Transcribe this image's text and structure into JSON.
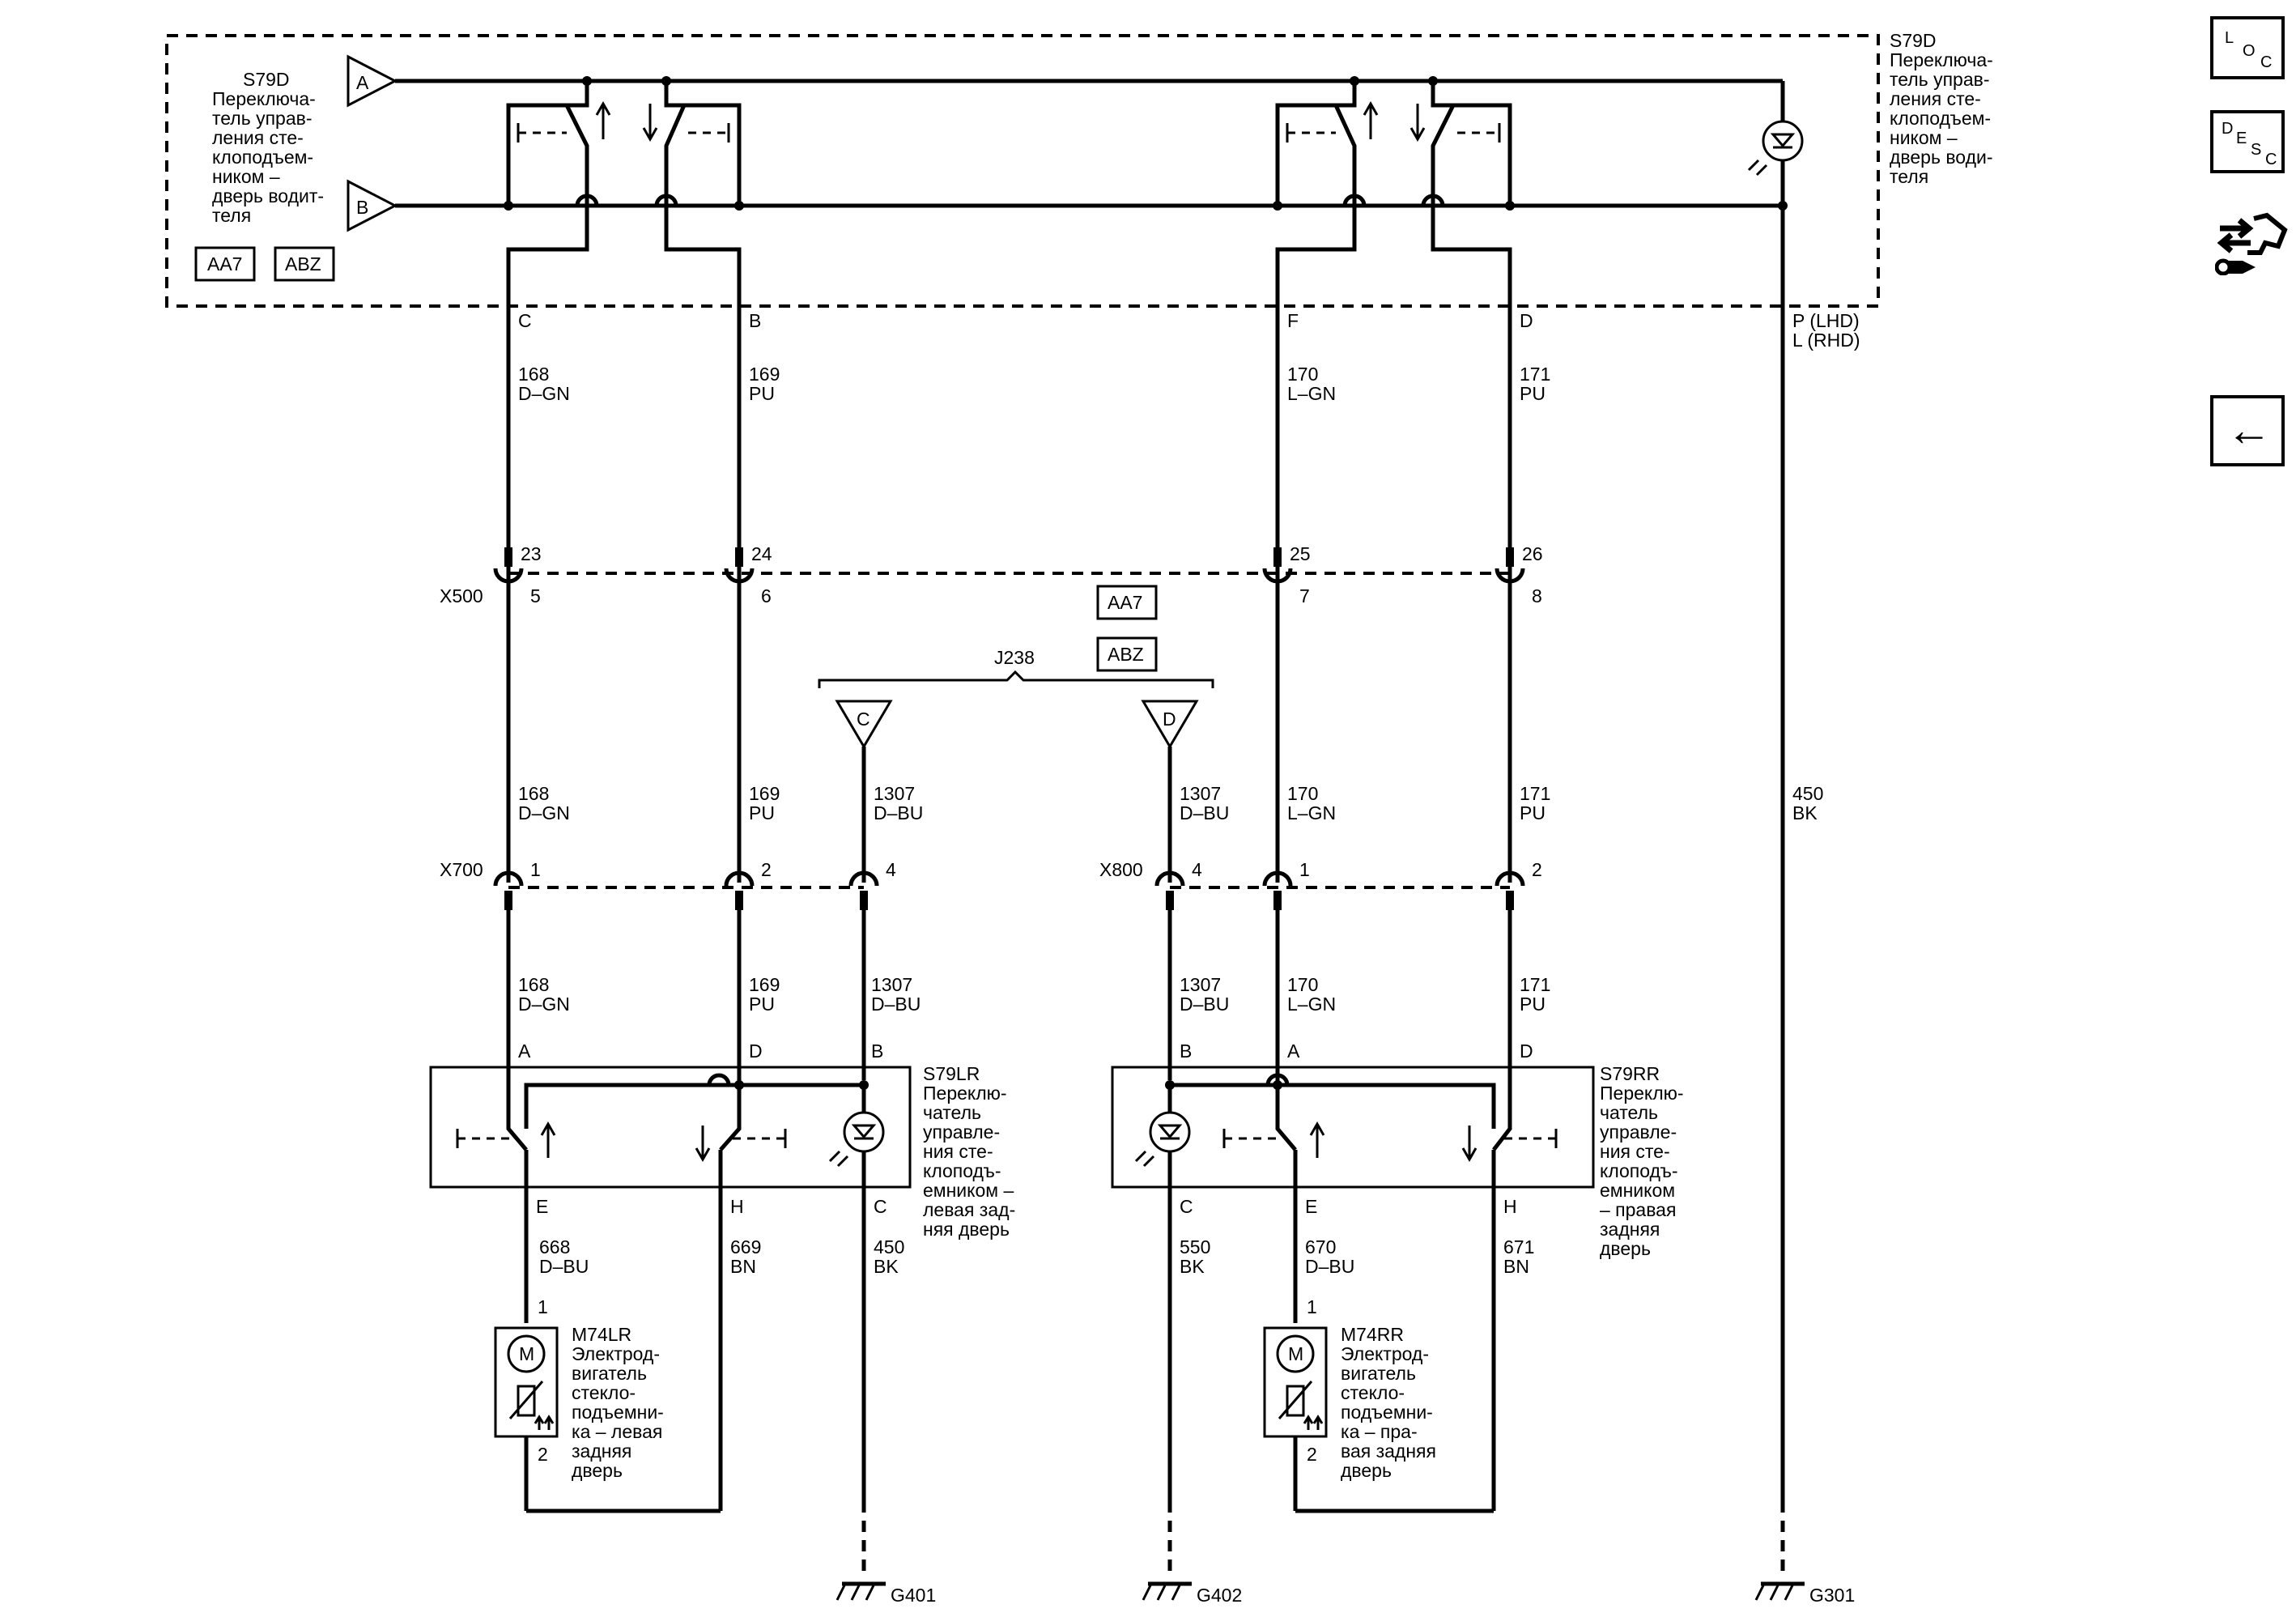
{
  "top_module": {
    "id": "S79D",
    "desc_left": [
      "Переключа-",
      "тель управ-",
      "ления сте-",
      "клоподъем-",
      "ником –",
      "дверь водит-",
      "теля"
    ],
    "desc_right": [
      "Переключа-",
      "тель управ-",
      "ления сте-",
      "клоподъем-",
      "ником –",
      "дверь води-",
      "теля"
    ],
    "badges": [
      "AA7",
      "ABZ"
    ],
    "input_a": "A",
    "input_b": "B"
  },
  "top_pins": [
    "C",
    "B",
    "F",
    "D"
  ],
  "ground_pin": [
    "P (LHD)",
    "L (RHD)"
  ],
  "wires_upper": [
    {
      "num": "168",
      "color": "D–GN"
    },
    {
      "num": "169",
      "color": "PU"
    },
    {
      "num": "170",
      "color": "L–GN"
    },
    {
      "num": "171",
      "color": "PU"
    }
  ],
  "x500": {
    "name": "X500",
    "top_pins": [
      "23",
      "24",
      "25",
      "26"
    ],
    "bottom_pins": [
      "5",
      "6",
      "7",
      "8"
    ]
  },
  "mid_badges": [
    "AA7",
    "ABZ"
  ],
  "splice": {
    "name": "J238",
    "left": "C",
    "right": "D"
  },
  "wires_mid": [
    {
      "num": "168",
      "color": "D–GN"
    },
    {
      "num": "169",
      "color": "PU"
    },
    {
      "num": "1307",
      "color": "D–BU"
    },
    {
      "num": "1307",
      "color": "D–BU"
    },
    {
      "num": "170",
      "color": "L–GN"
    },
    {
      "num": "171",
      "color": "PU"
    },
    {
      "num": "450",
      "color": "BK"
    }
  ],
  "x700": {
    "name": "X700",
    "pins": [
      "1",
      "2",
      "4"
    ]
  },
  "x800": {
    "name": "X800",
    "pins": [
      "4",
      "1",
      "2"
    ]
  },
  "wires_low": [
    {
      "num": "168",
      "color": "D–GN"
    },
    {
      "num": "169",
      "color": "PU"
    },
    {
      "num": "1307",
      "color": "D–BU"
    },
    {
      "num": "1307",
      "color": "D–BU"
    },
    {
      "num": "170",
      "color": "L–GN"
    },
    {
      "num": "171",
      "color": "PU"
    }
  ],
  "left_switch": {
    "id": "S79LR",
    "desc": [
      "Переклю-",
      "чатель",
      "управле-",
      "ния сте-",
      "клоподъ-",
      "емником –",
      "левая зад-",
      "няя дверь"
    ],
    "top_pins": [
      "A",
      "D",
      "B"
    ],
    "bottom_pins": [
      "E",
      "H",
      "C"
    ]
  },
  "right_switch": {
    "id": "S79RR",
    "desc": [
      "Переклю-",
      "чатель",
      "управле-",
      "ния сте-",
      "клоподъ-",
      "емником",
      "– правая",
      "задняя",
      "дверь"
    ],
    "top_pins": [
      "B",
      "A",
      "D"
    ],
    "bottom_pins": [
      "C",
      "E",
      "H"
    ]
  },
  "wires_bottom": [
    {
      "num": "668",
      "color": "D–BU"
    },
    {
      "num": "669",
      "color": "BN"
    },
    {
      "num": "450",
      "color": "BK"
    },
    {
      "num": "550",
      "color": "BK"
    },
    {
      "num": "670",
      "color": "D–BU"
    },
    {
      "num": "671",
      "color": "BN"
    }
  ],
  "left_motor": {
    "id": "M74LR",
    "desc": [
      "Электрод-",
      "вигатель",
      "стекло-",
      "подъемни-",
      "ка – левая",
      "задняя",
      "дверь"
    ],
    "pin1": "1",
    "pin2": "2",
    "symbol": "M"
  },
  "right_motor": {
    "id": "M74RR",
    "desc": [
      "Электрод-",
      "вигатель",
      "стекло-",
      "подъемни-",
      "ка – пра-",
      "вая задняя",
      "дверь"
    ],
    "pin1": "1",
    "pin2": "2",
    "symbol": "M"
  },
  "grounds": [
    "G401",
    "G402",
    "G301"
  ],
  "nav": {
    "loc": {
      "l": "L",
      "o": "O",
      "c": "C"
    },
    "desc": {
      "d": "D",
      "e": "E",
      "s": "S",
      "c": "C"
    },
    "back_arrow": "←"
  }
}
